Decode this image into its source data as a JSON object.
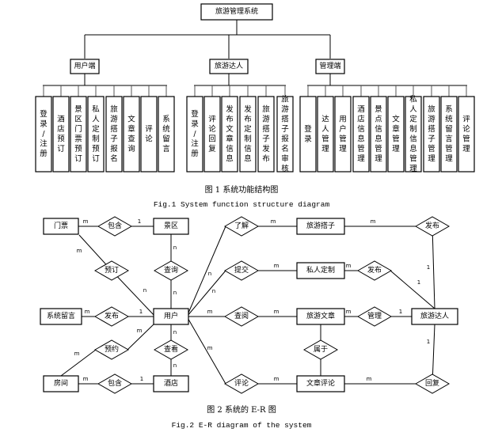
{
  "figure1": {
    "root": "旅游管理系统",
    "branches": [
      {
        "label": "用户端",
        "children": [
          "登录/注册",
          "酒店预订",
          "景区门票预订",
          "私人定制预订",
          "旅游搭子报名",
          "文章查询",
          "评论",
          "系统留言"
        ]
      },
      {
        "label": "旅游达人",
        "children": [
          "登录/注册",
          "评论回复",
          "发布文章信息",
          "发布定制信息",
          "旅游搭子发布",
          "旅游搭子报名审核"
        ]
      },
      {
        "label": "管理端",
        "children": [
          "登录",
          "达人管理",
          "用户管理",
          "酒店信息管理",
          "景点信息管理",
          "文章管理",
          "私人定制信息管理",
          "旅游搭子管理",
          "系统留言管理",
          "评论管理"
        ]
      }
    ],
    "caption_cn": "图 1 系统功能结构图",
    "caption_en": "Fig.1 System function structure diagram"
  },
  "figure2": {
    "entities": {
      "ticket": "门票",
      "scenic": "景区",
      "user": "用户",
      "message": "系统留言",
      "room": "房间",
      "hotel": "酒店",
      "buddy": "旅游搭子",
      "custom": "私人定制",
      "article": "旅游文章",
      "comment": "文章评论",
      "expert": "旅游达人"
    },
    "relationships": {
      "contain1": "包含",
      "book1": "预订",
      "query": "查询",
      "publish_msg": "发布",
      "reserve": "预约",
      "view": "查看",
      "contain2": "包含",
      "learn": "了解",
      "submit": "提交",
      "read": "查阅",
      "review": "评论",
      "pub_buddy": "发布",
      "pub_custom": "发布",
      "manage": "管理",
      "belong": "属于",
      "reply": "回复"
    },
    "cardinality": {
      "many": "m",
      "many_n": "n",
      "one": "1"
    },
    "caption_cn": "图 2 系统的 E-R 图",
    "caption_en": "Fig.2 E-R diagram of the system"
  }
}
